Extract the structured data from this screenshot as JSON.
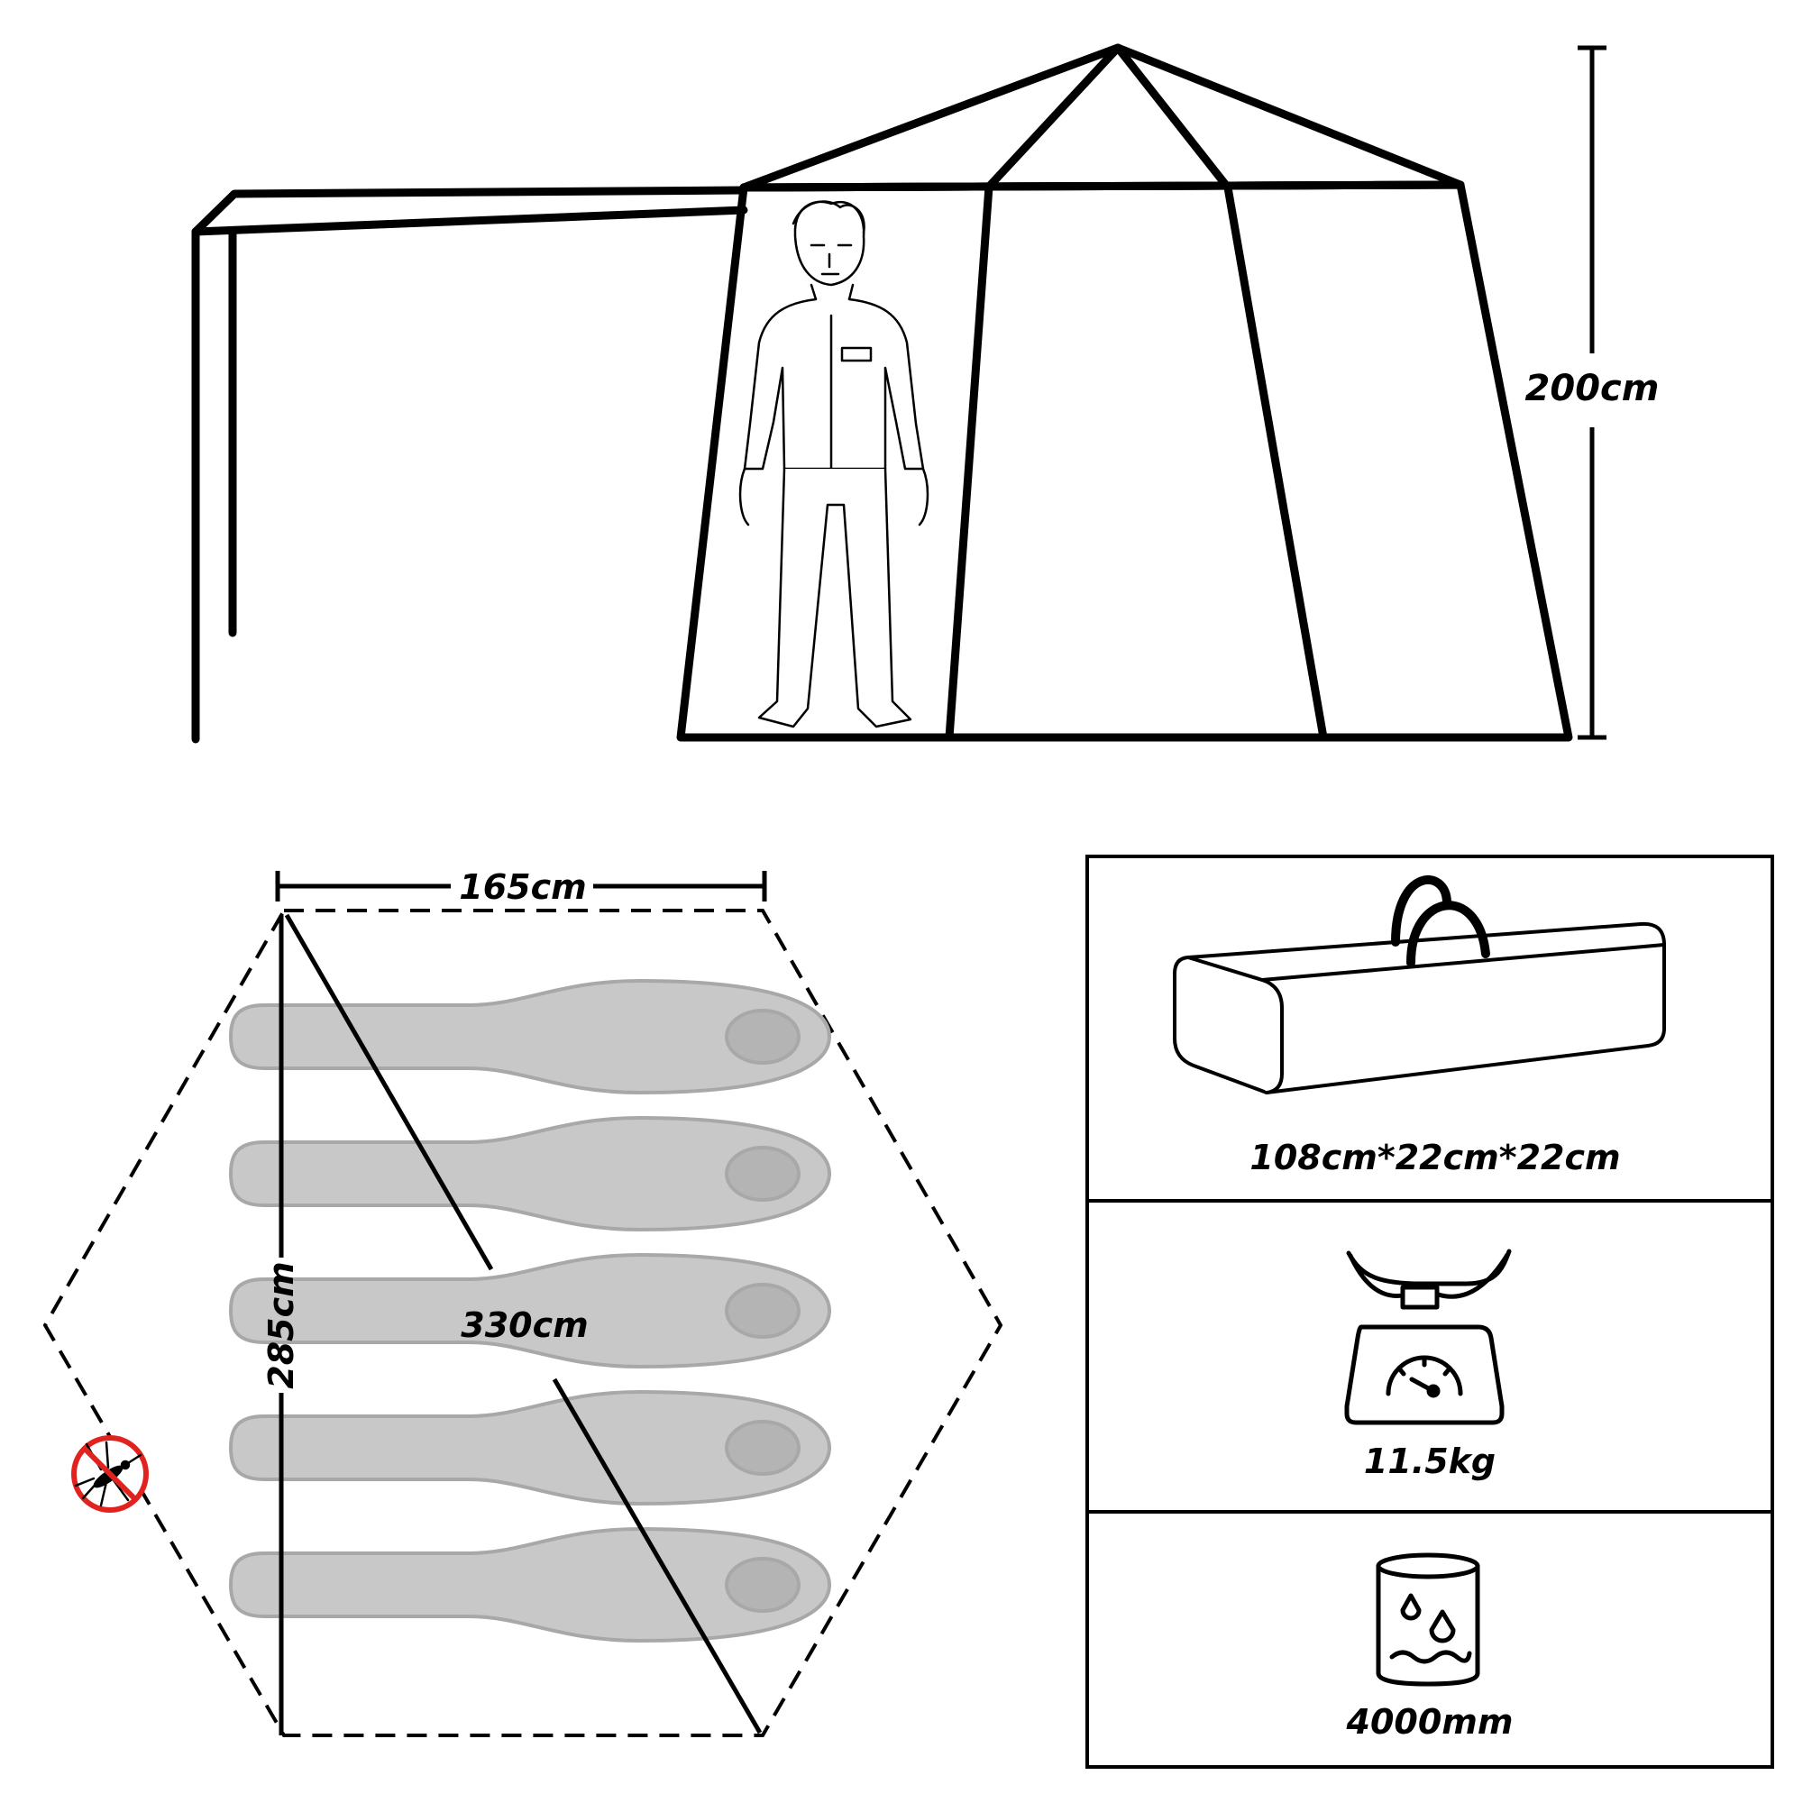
{
  "tent_elevation": {
    "height_label": "200cm"
  },
  "floor_plan": {
    "width_label": "165cm",
    "depth_label": "285cm",
    "diagonal_label": "330cm",
    "sleeping_bag_count": 5,
    "mosquito_icon": "no-mosquito-icon"
  },
  "specs": {
    "package_icon": "carry-bag-icon",
    "package_size": "108cm*22cm*22cm",
    "weight_icon": "scale-icon",
    "weight": "11.5kg",
    "waterproof_icon": "water-drop-icon",
    "waterproof": "4000mm"
  },
  "colors": {
    "line": "#000000",
    "bag_fill": "#c8c8c8",
    "bag_stroke": "#a8a8a8",
    "pillow_fill": "#b4b4b4",
    "no_icon_red": "#e0231e"
  }
}
